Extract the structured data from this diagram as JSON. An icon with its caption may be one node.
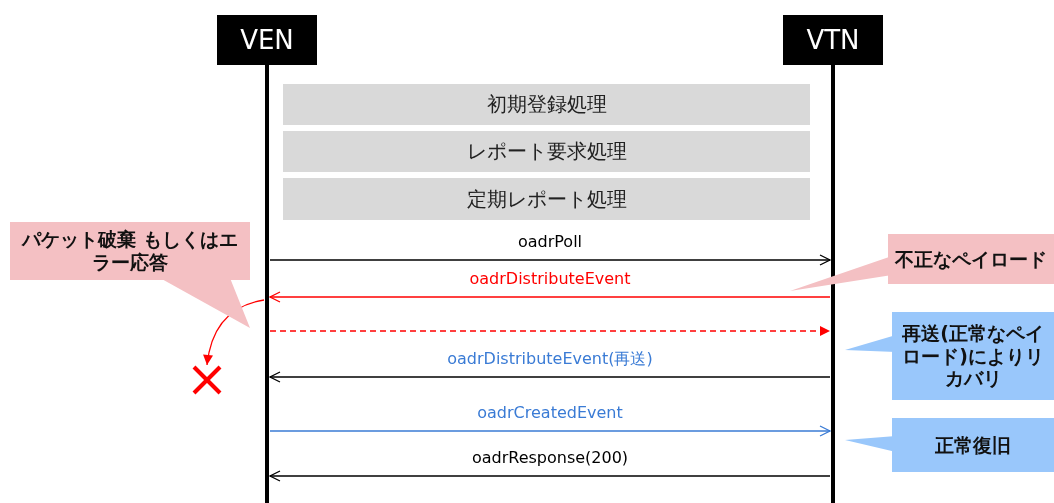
{
  "diagram": {
    "nodes": [
      {
        "text": [
          "VEN"
        ]
      },
      {
        "text": [
          "VTN"
        ]
      },
      {
        "text": [
          "初期登録処理"
        ]
      },
      {
        "text": [
          "レポート要求処理"
        ]
      },
      {
        "text": [
          "定期レポート処理"
        ]
      },
      {
        "text": [
          "パケット破棄 もしくはエラー応答"
        ]
      },
      {
        "text": [
          "不正なペイロード"
        ]
      },
      {
        "text": [
          "再送(正常なペイロード)によりリカバリ"
        ]
      },
      {
        "text": [
          "正常復旧"
        ]
      },
      {
        "text": [],
        "shape": "cross"
      }
    ],
    "edges": [
      {
        "from": 0,
        "to": 1,
        "arrow": "to",
        "label": "oadrPoll"
      },
      {
        "from": 1,
        "to": 0,
        "arrow": "to",
        "label": "oadrDistributeEvent",
        "color": "#ff0000"
      },
      {
        "from": 0,
        "to": 1,
        "arrow": "to",
        "style": "dashed",
        "color": "#ff0000"
      },
      {
        "from": 1,
        "to": 0,
        "arrow": "to",
        "label": "oadrDistributeEvent(再送)"
      },
      {
        "from": 0,
        "to": 1,
        "arrow": "to",
        "label": "oadrCreatedEvent",
        "color": "#3a7bd5"
      },
      {
        "from": 1,
        "to": 0,
        "arrow": "to",
        "label": "oadrResponse(200)"
      },
      {
        "from": 0,
        "to": 9,
        "arrow": "to",
        "color": "#ff0000"
      }
    ]
  }
}
